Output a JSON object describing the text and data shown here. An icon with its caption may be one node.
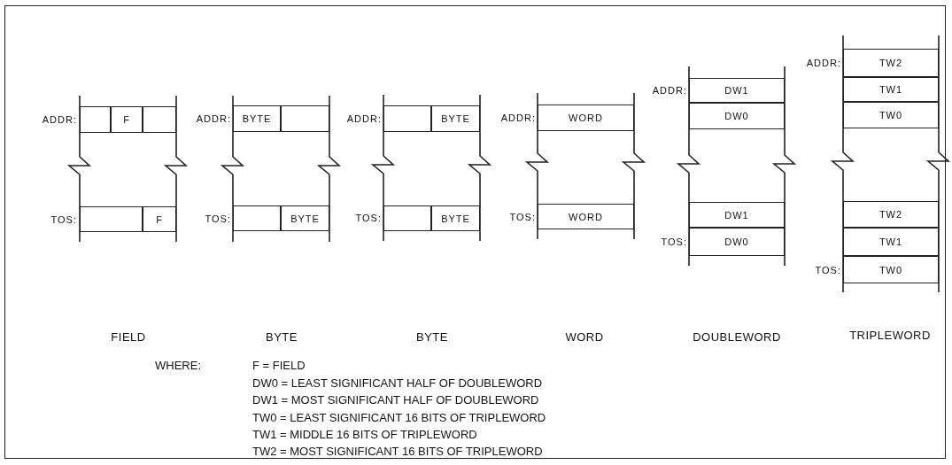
{
  "diagram": {
    "nodes": [
      {
        "text": [],
        "shape": "box"
      },
      {
        "text": [
          "F"
        ]
      },
      {
        "text": [],
        "shape": "box"
      },
      {
        "text": [],
        "shape": "box"
      },
      {
        "text": [
          "F"
        ]
      },
      {
        "text": [
          "BYTE"
        ]
      },
      {
        "text": [],
        "shape": "box"
      },
      {
        "text": [],
        "shape": "box"
      },
      {
        "text": [
          "BYTE"
        ]
      },
      {
        "text": [],
        "shape": "box"
      },
      {
        "text": [
          "BYTE"
        ]
      },
      {
        "text": [],
        "shape": "box"
      },
      {
        "text": [
          "BYTE"
        ]
      },
      {
        "text": [
          "WORD"
        ]
      },
      {
        "text": [
          "WORD"
        ]
      },
      {
        "text": [
          "DW1"
        ]
      },
      {
        "text": [
          "DW0"
        ]
      },
      {
        "text": [
          "DW1"
        ]
      },
      {
        "text": [
          "DW0"
        ]
      },
      {
        "text": [
          "TW2"
        ]
      },
      {
        "text": [
          "TW1"
        ]
      },
      {
        "text": [
          "TW0"
        ]
      },
      {
        "text": [
          "TW2"
        ]
      },
      {
        "text": [
          "TW1"
        ]
      },
      {
        "text": [
          "TW0"
        ]
      }
    ],
    "edges": [],
    "labels": [
      "ADDR:",
      "TOS:",
      "ADDR:",
      "TOS:",
      "ADDR:",
      "TOS:",
      "ADDR:",
      "TOS:",
      "ADDR:",
      "TOS:",
      "ADDR:",
      "TOS:",
      "FIELD",
      "BYTE",
      "BYTE",
      "WORD",
      "DOUBLEWORD",
      "TRIPLEWORD",
      "WHERE:",
      "F = FIELD",
      "DW0 = LEAST SIGNIFICANT HALF OF DOUBLEWORD",
      "DW1 = MOST SIGNIFICANT HALF OF DOUBLEWORD",
      "TW0 = LEAST SIGNIFICANT 16 BITS OF TRIPLEWORD",
      "TW1 = MIDDLE 16 BITS OF TRIPLEWORD",
      "TW2 = MOST SIGNIFICANT 16 BITS OF TRIPLEWORD"
    ]
  }
}
